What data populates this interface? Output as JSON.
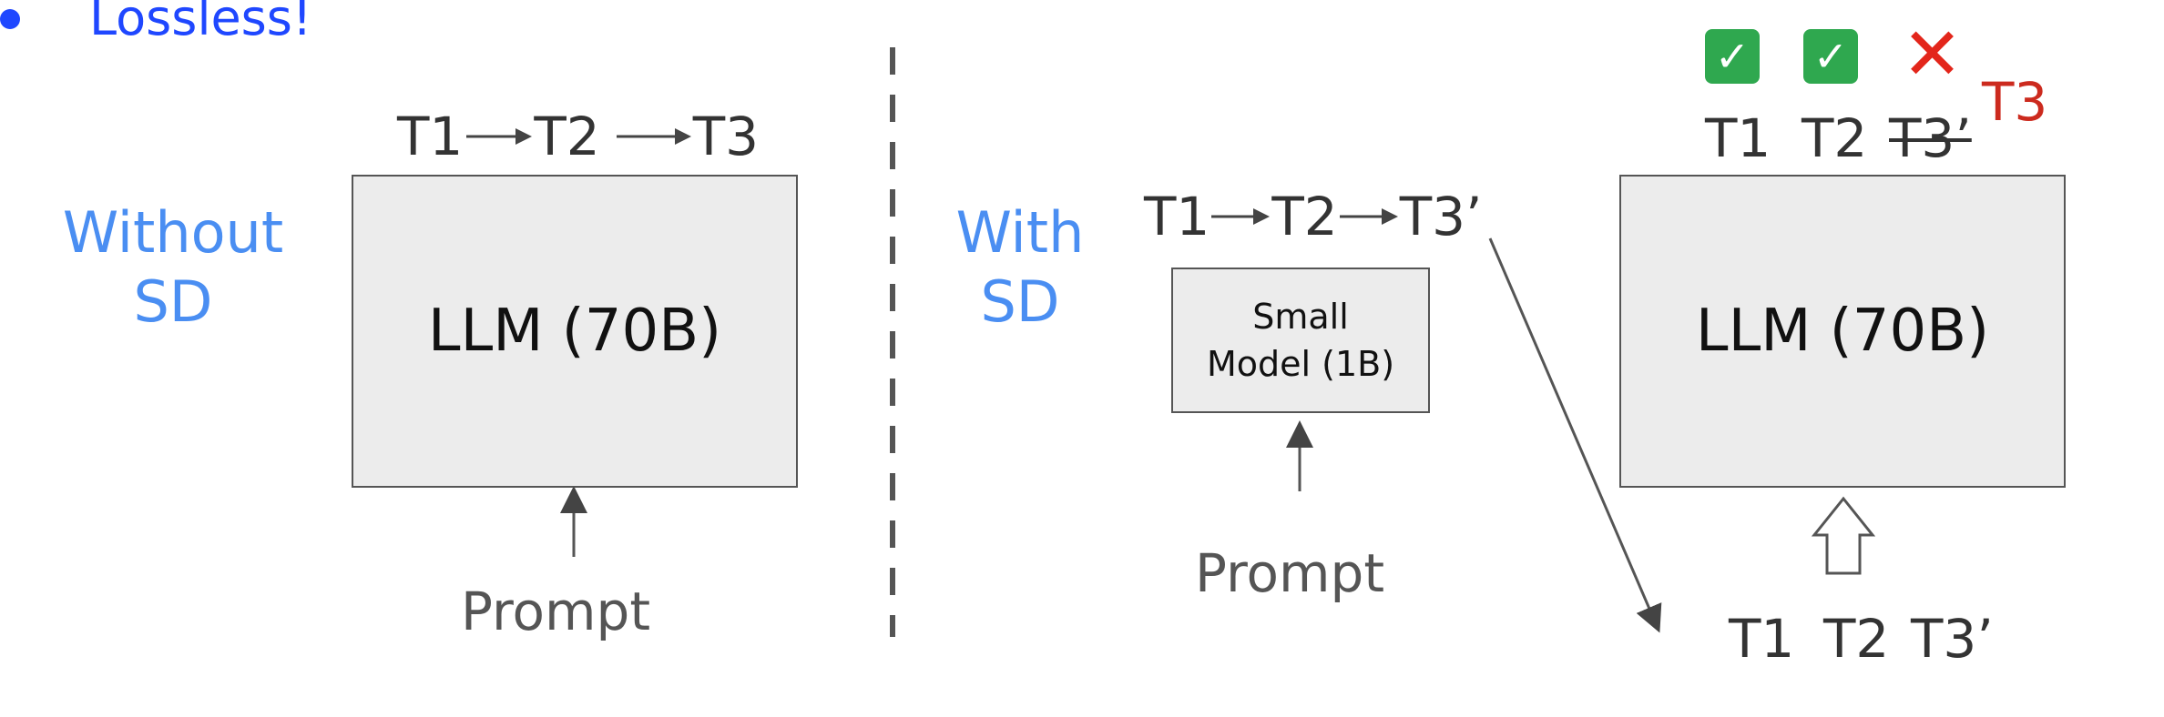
{
  "bullet": {
    "text": "Lossless!"
  },
  "left_panel": {
    "label_line1": "Without",
    "label_line2": "SD",
    "tokens": [
      "T1",
      "T2",
      "T3"
    ],
    "model_label": "LLM (70B)",
    "prompt": "Prompt"
  },
  "right_panel": {
    "label_line1": "With",
    "label_line2": "SD",
    "draft_tokens": [
      "T1",
      "T2",
      "T3’"
    ],
    "small_model_line1": "Small",
    "small_model_line2": "Model (1B)",
    "prompt": "Prompt",
    "big_model_label": "LLM (70B)",
    "verified_tokens": [
      "T1",
      "T2",
      "T3’"
    ],
    "corrected_token": "T3",
    "input_tokens": [
      "T1",
      "T2",
      "T3’"
    ],
    "verdicts": [
      "accept",
      "accept",
      "reject"
    ]
  },
  "colors": {
    "bullet_blue": "#1f47ff",
    "label_blue": "#4a8ef2",
    "box_fill": "#ececec",
    "check_green": "#2fa84f",
    "cross_red": "#e3261b",
    "correction_red": "#cc2a1e"
  },
  "icons": {
    "accept": "check-mark-icon",
    "reject": "cross-mark-icon"
  }
}
